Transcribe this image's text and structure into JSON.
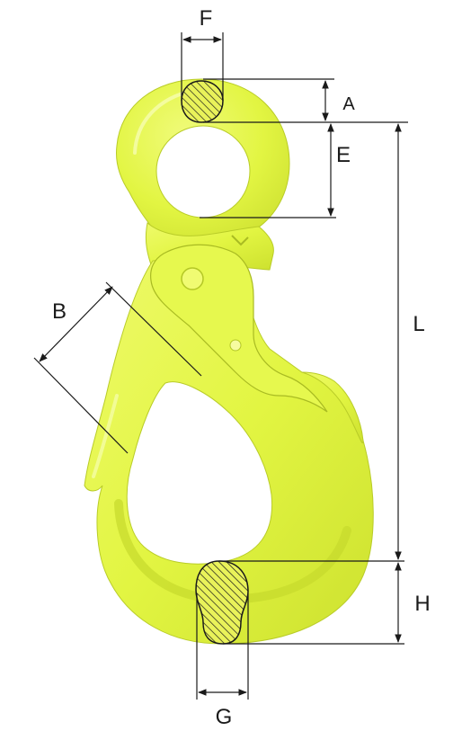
{
  "labels": {
    "f": "F",
    "a": "A",
    "e": "E",
    "b": "B",
    "l": "L",
    "h": "H",
    "g": "G"
  },
  "colors": {
    "hook_body": "#e2f542",
    "hook_shade": "#c8dc2e",
    "hook_highlight": "#f2fb8a",
    "section_fill": "#e9f25a",
    "line": "#1a1a1a"
  },
  "icons": {
    "hook": "eye-self-locking-hook",
    "section_top": "hatched-cross-section",
    "section_bottom": "hatched-cross-section"
  }
}
